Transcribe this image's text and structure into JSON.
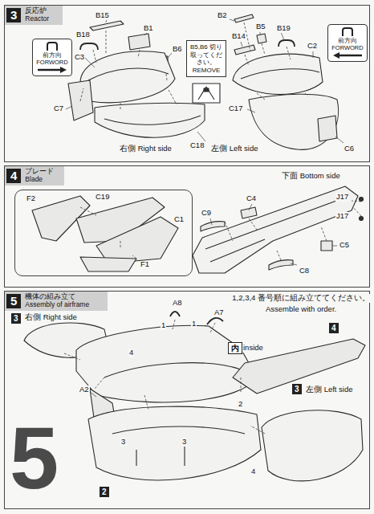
{
  "diagram": {
    "nodes": [
      {
        "text": [
          "3",
          "反応炉 Reactor"
        ]
      },
      {
        "text": [
          "前方向 FORWORD"
        ],
        "in": 0
      },
      {
        "text": [
          "B5,B6 切り取ってください。 REMOVE"
        ],
        "in": 0
      },
      {
        "text": [
          "前方向 FORWORD"
        ],
        "in": 0
      },
      {
        "text": [
          "4",
          "ブレード Blade"
        ]
      },
      {
        "text": [
          "F2",
          "C19",
          "C1",
          "F1"
        ],
        "in": 4
      },
      {
        "text": [
          "5",
          "機体の組み立て Assembly of airframe"
        ]
      },
      {
        "text": [
          "3"
        ],
        "in": 6
      },
      {
        "text": [
          "内"
        ],
        "in": 6
      },
      {
        "text": [
          "4"
        ],
        "in": 6
      },
      {
        "text": [
          "3"
        ],
        "in": 6
      },
      {
        "text": [
          "2"
        ],
        "in": 6
      }
    ],
    "labels": [
      "B15",
      "B1",
      "B18",
      "B6",
      "C3",
      "C7",
      "右側 Right side",
      "C18",
      "B2",
      "B5",
      "B19",
      "B14",
      "C2",
      "C17",
      "左側 Left side",
      "C6",
      "下面 Bottom side",
      "C9",
      "C4",
      "J17",
      "J17",
      "C5",
      "C8",
      "右側 Right side",
      "A8",
      "A7",
      "1",
      "1",
      "inside",
      "1,2,3,4 番号順に組み立ててください。",
      "Assemble with order.",
      "4",
      "A2",
      "2",
      "3",
      "3",
      "4",
      "左側 Left side",
      "5"
    ]
  }
}
